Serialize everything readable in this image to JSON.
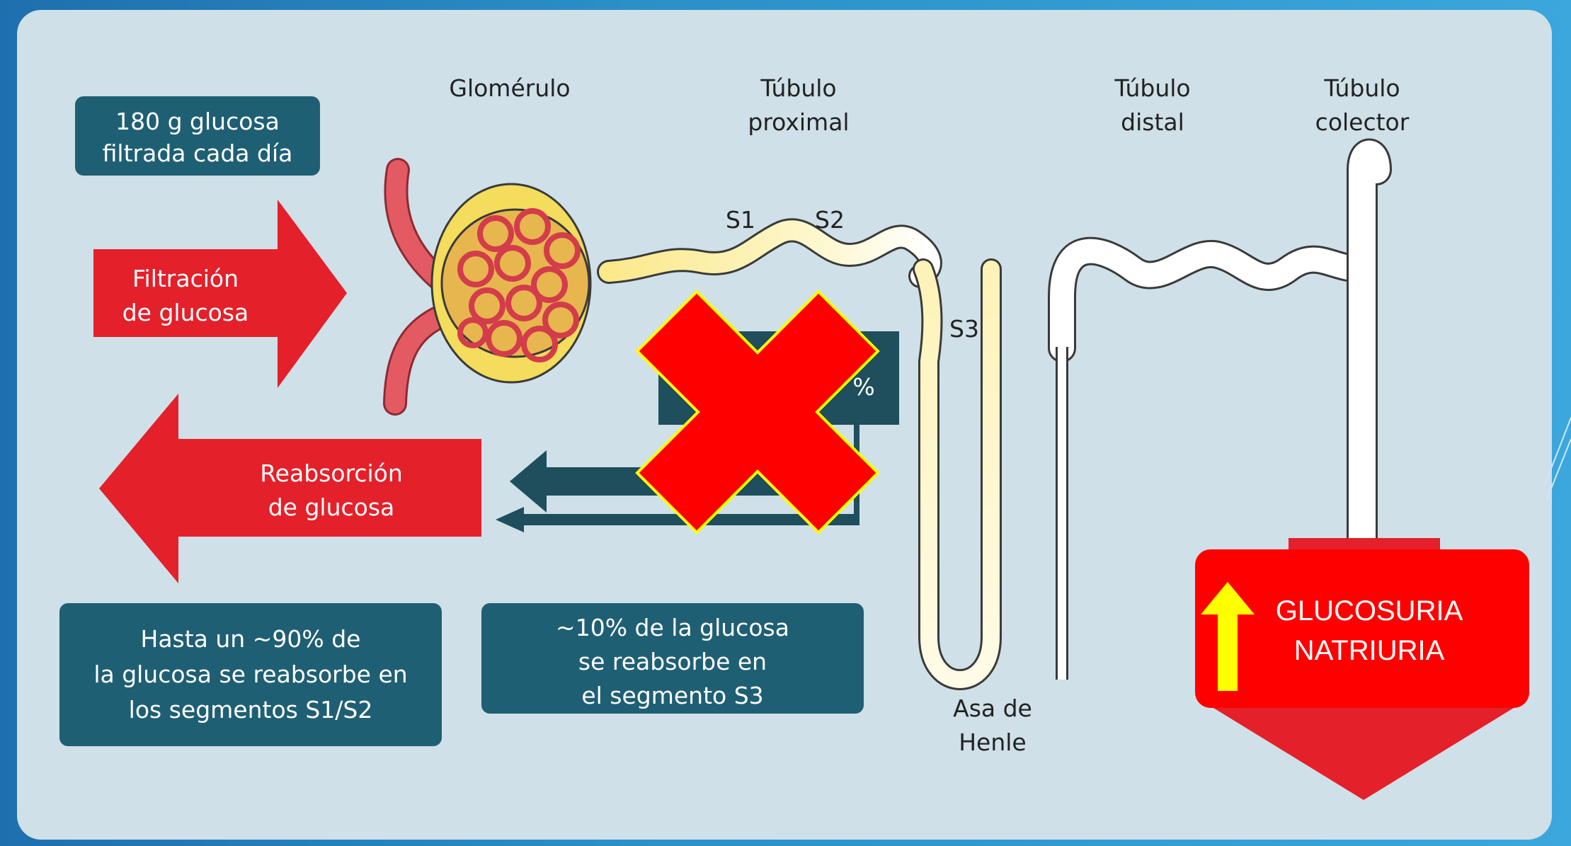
{
  "labels": {
    "glomerulo": "Glomérulo",
    "tubulo_proximal": [
      "Túbulo",
      "proximal"
    ],
    "tubulo_distal": [
      "Túbulo",
      "distal"
    ],
    "tubulo_colector": [
      "Túbulo",
      "colector"
    ],
    "s1": "S1",
    "s2": "S2",
    "s3": "S3",
    "asa_de_henle": [
      "Asa de",
      "Henle"
    ]
  },
  "info_boxes": {
    "filtered": [
      "180 g glucosa",
      "filtrada cada día"
    ],
    "s1s2": [
      "Hasta un ~90% de",
      "la glucosa se reabsorbe en",
      "los segmentos S1/S2"
    ],
    "s3": [
      "~10% de la glucosa",
      "se reabsorbe en",
      "el segmento S3"
    ],
    "hidden_fragment": [
      "%"
    ]
  },
  "arrows": {
    "filtration": [
      "Filtración",
      "de glucosa"
    ],
    "reabsorption": [
      "Reabsorción",
      "de glucosa"
    ]
  },
  "result_box": {
    "lines": [
      "GLUCOSURIA",
      "NATRIURIA"
    ]
  },
  "colors": {
    "teal_box": "#1f5f73",
    "red_arrow": "#e4202a",
    "cross": "#ff0000",
    "cross_outline": "#ffff00",
    "tubule": "#fbf3b8",
    "capillary": "#e45a62",
    "result_red": "#ff0000",
    "up_arrow": "#ffff00"
  }
}
